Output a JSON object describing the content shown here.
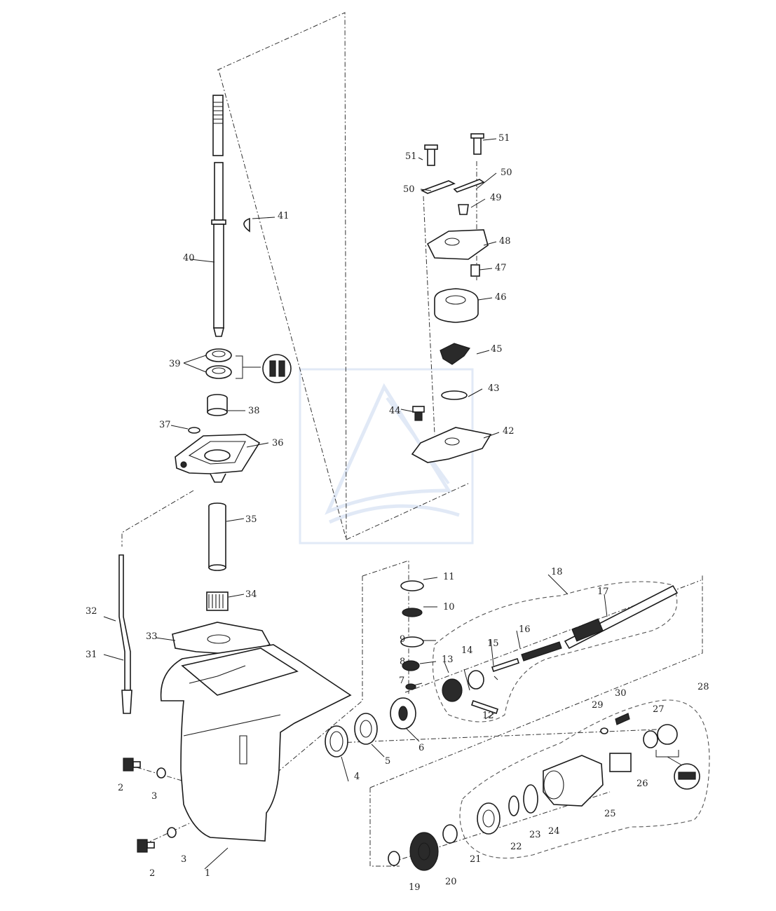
{
  "diagram": {
    "parts": [
      {
        "id": "p1",
        "label": "1"
      },
      {
        "id": "p2a",
        "label": "2"
      },
      {
        "id": "p2b",
        "label": "2"
      },
      {
        "id": "p3a",
        "label": "3"
      },
      {
        "id": "p3b",
        "label": "3"
      },
      {
        "id": "p4",
        "label": "4"
      },
      {
        "id": "p5",
        "label": "5"
      },
      {
        "id": "p6",
        "label": "6"
      },
      {
        "id": "p7",
        "label": "7"
      },
      {
        "id": "p8",
        "label": "8"
      },
      {
        "id": "p9",
        "label": "9"
      },
      {
        "id": "p10",
        "label": "10"
      },
      {
        "id": "p11",
        "label": "11"
      },
      {
        "id": "p12",
        "label": "12"
      },
      {
        "id": "p13",
        "label": "13"
      },
      {
        "id": "p14",
        "label": "14"
      },
      {
        "id": "p15",
        "label": "15"
      },
      {
        "id": "p16",
        "label": "16"
      },
      {
        "id": "p17",
        "label": "17"
      },
      {
        "id": "p18",
        "label": "18"
      },
      {
        "id": "p19",
        "label": "19"
      },
      {
        "id": "p20",
        "label": "20"
      },
      {
        "id": "p21",
        "label": "21"
      },
      {
        "id": "p22",
        "label": "22"
      },
      {
        "id": "p23",
        "label": "23"
      },
      {
        "id": "p24",
        "label": "24"
      },
      {
        "id": "p25",
        "label": "25"
      },
      {
        "id": "p26",
        "label": "26"
      },
      {
        "id": "p27",
        "label": "27"
      },
      {
        "id": "p28",
        "label": "28"
      },
      {
        "id": "p29",
        "label": "29"
      },
      {
        "id": "p30",
        "label": "30"
      },
      {
        "id": "p31",
        "label": "31"
      },
      {
        "id": "p32",
        "label": "32"
      },
      {
        "id": "p33",
        "label": "33"
      },
      {
        "id": "p34",
        "label": "34"
      },
      {
        "id": "p35",
        "label": "35"
      },
      {
        "id": "p36",
        "label": "36"
      },
      {
        "id": "p37",
        "label": "37"
      },
      {
        "id": "p38",
        "label": "38"
      },
      {
        "id": "p39",
        "label": "39"
      },
      {
        "id": "p40",
        "label": "40"
      },
      {
        "id": "p41",
        "label": "41"
      },
      {
        "id": "p42",
        "label": "42"
      },
      {
        "id": "p43",
        "label": "43"
      },
      {
        "id": "p44",
        "label": "44"
      },
      {
        "id": "p45",
        "label": "45"
      },
      {
        "id": "p46",
        "label": "46"
      },
      {
        "id": "p47",
        "label": "47"
      },
      {
        "id": "p48",
        "label": "48"
      },
      {
        "id": "p49",
        "label": "49"
      },
      {
        "id": "p50a",
        "label": "50"
      },
      {
        "id": "p50b",
        "label": "50"
      },
      {
        "id": "p51a",
        "label": "51"
      },
      {
        "id": "p51b",
        "label": "51"
      }
    ],
    "colors": {
      "ink": "#1a1a1a",
      "watermark": "#c9d8f0",
      "background": "#ffffff"
    }
  }
}
